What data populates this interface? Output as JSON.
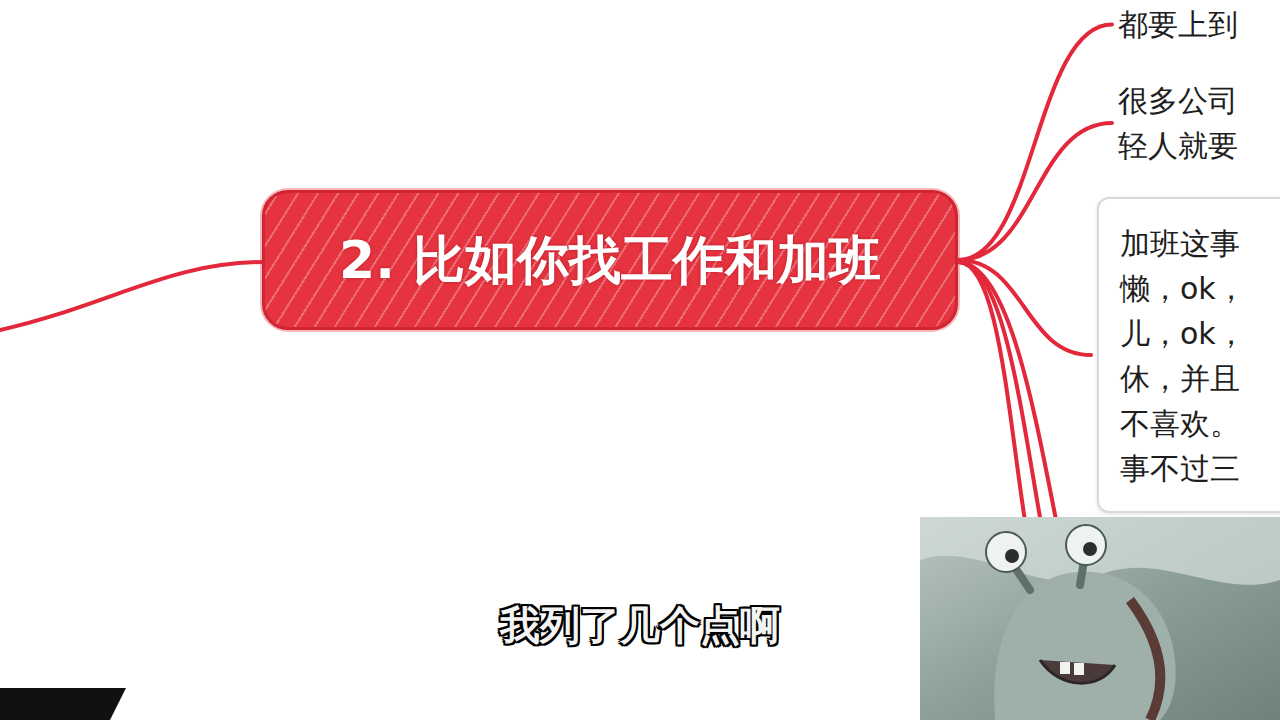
{
  "diagram": {
    "nodes": [
      {
        "text": [
          "2. 比如你找工作和加班"
        ]
      },
      {
        "text": [
          "都要上到"
        ]
      },
      {
        "text": [
          "很多公司 轻人就要"
        ]
      },
      {
        "text": [
          "加班这事 懒，ok， 儿，ok， 休，并且 不喜欢。 事不过三"
        ]
      }
    ],
    "edges": [
      {
        "from": 0,
        "to": 1,
        "arrow": "none"
      },
      {
        "from": 0,
        "to": 2,
        "arrow": "none"
      },
      {
        "from": 0,
        "to": 3,
        "arrow": "none"
      }
    ],
    "labels": [
      "我列了几个点啊"
    ]
  }
}
